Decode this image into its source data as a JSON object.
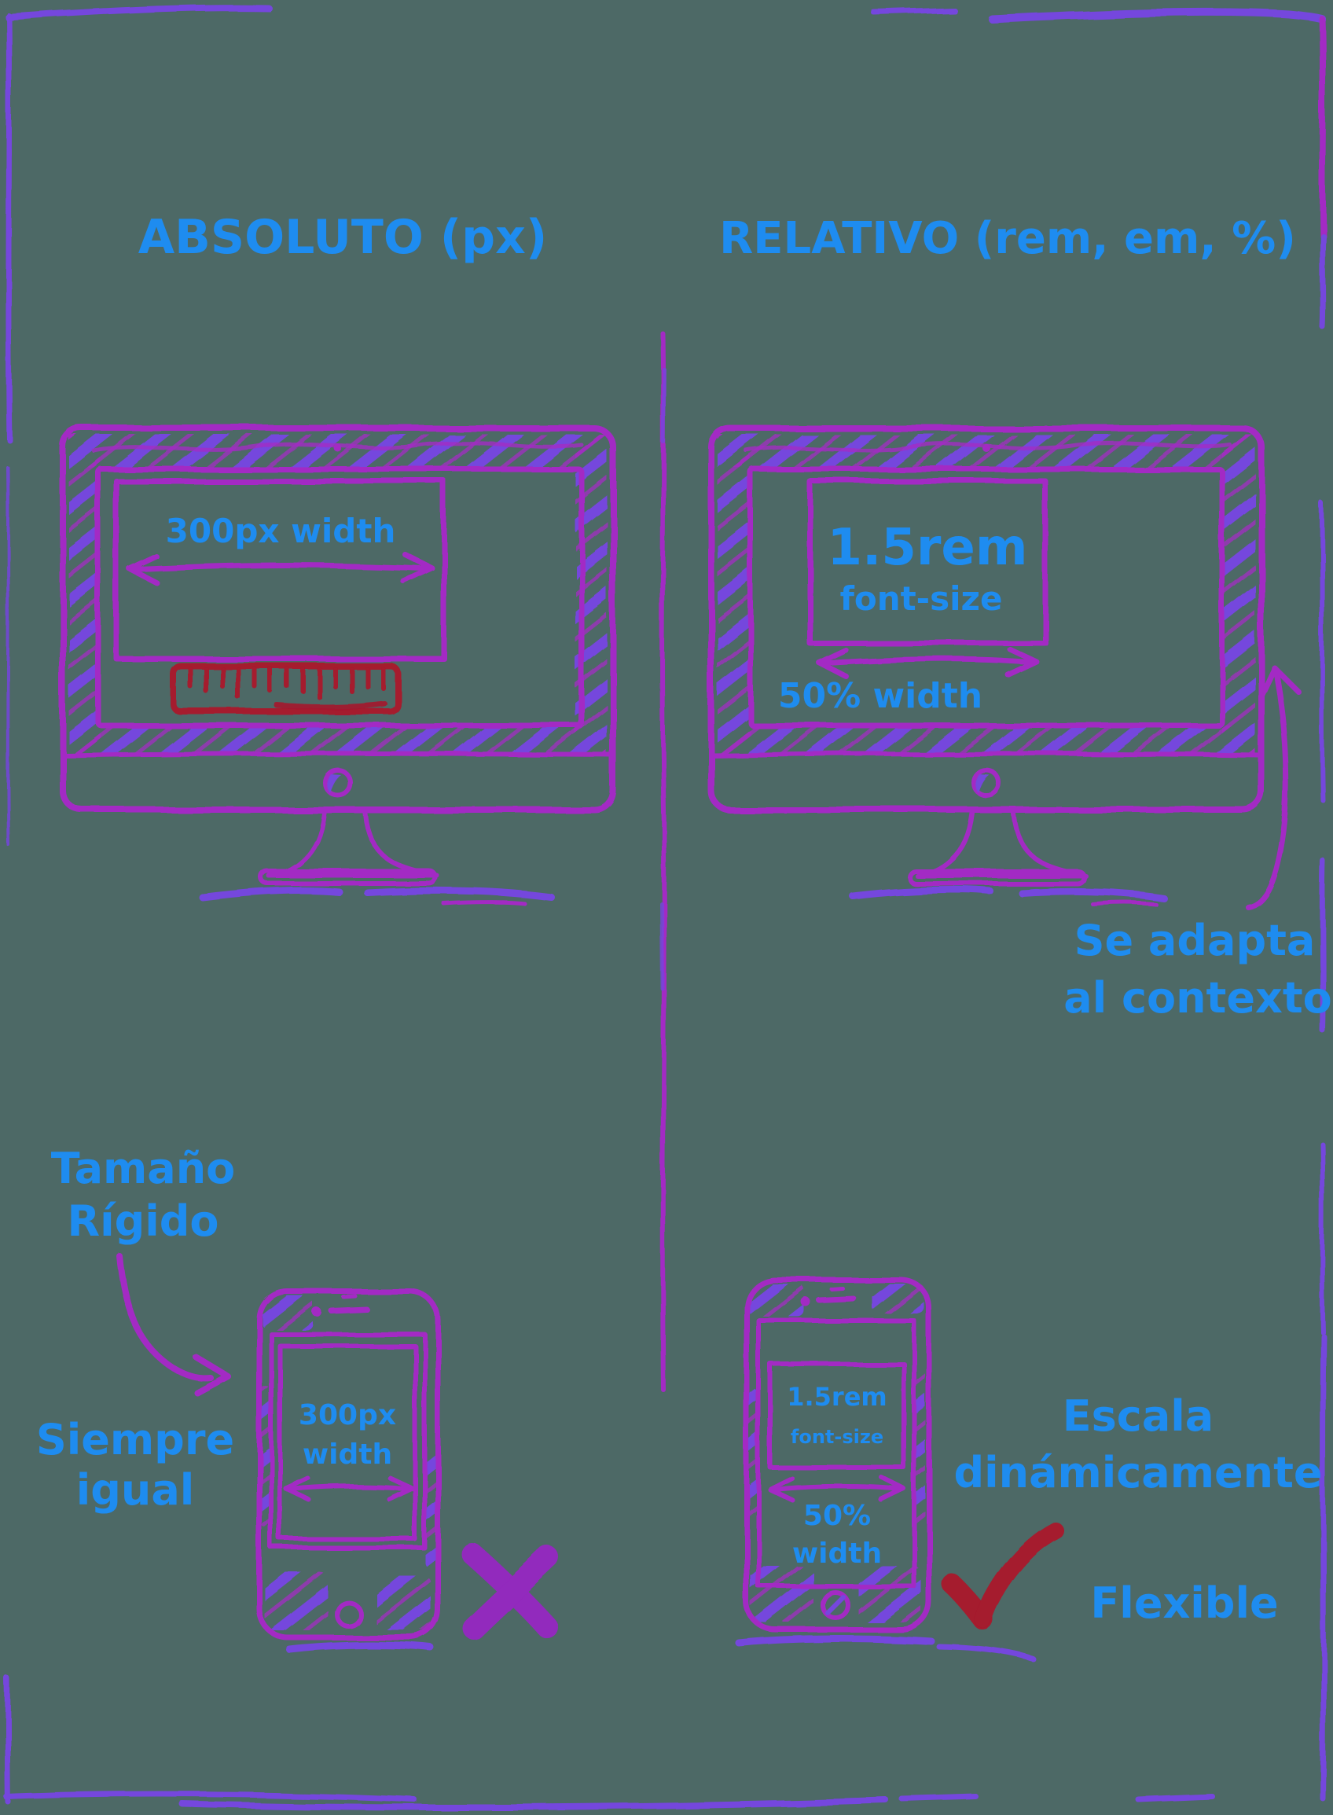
{
  "page": {
    "background_color": "#4d6966",
    "style": "hand-drawn sketch infographic comparing CSS units"
  },
  "colors": {
    "text_blue": "#1e8cf0",
    "sketch_magenta": "#a32cc4",
    "sketch_violet": "#7447dd",
    "accent_red": "#a51a2d",
    "x_mark_purple": "#9229bd"
  },
  "left": {
    "title": "ABSOLUTO (px)",
    "monitor": {
      "box_label": "300px width"
    },
    "ruler_icon": "red-ruler",
    "annotation_top": {
      "line1": "Tamaño",
      "line2": "Rígido"
    },
    "annotation_bottom": {
      "line1": "Siempre",
      "line2": "igual"
    },
    "phone": {
      "box_label_line1": "300px",
      "box_label_line2": "width"
    },
    "verdict": "x-mark"
  },
  "right": {
    "title": "RELATIVO (rem, em, %)",
    "monitor": {
      "font_size_value": "1.5rem",
      "font_size_label": "font-size",
      "width_label": "50% width"
    },
    "annotation_top": {
      "line1": "Se adapta",
      "line2": "al contexto"
    },
    "annotation_bottom": {
      "line1": "Escala",
      "line2": "dinámicamente"
    },
    "flexible_label": "Flexible",
    "phone": {
      "font_size_value": "1.5rem",
      "font_size_label": "font-size",
      "width_label_line1": "50%",
      "width_label_line2": "width"
    },
    "verdict": "check-mark"
  }
}
